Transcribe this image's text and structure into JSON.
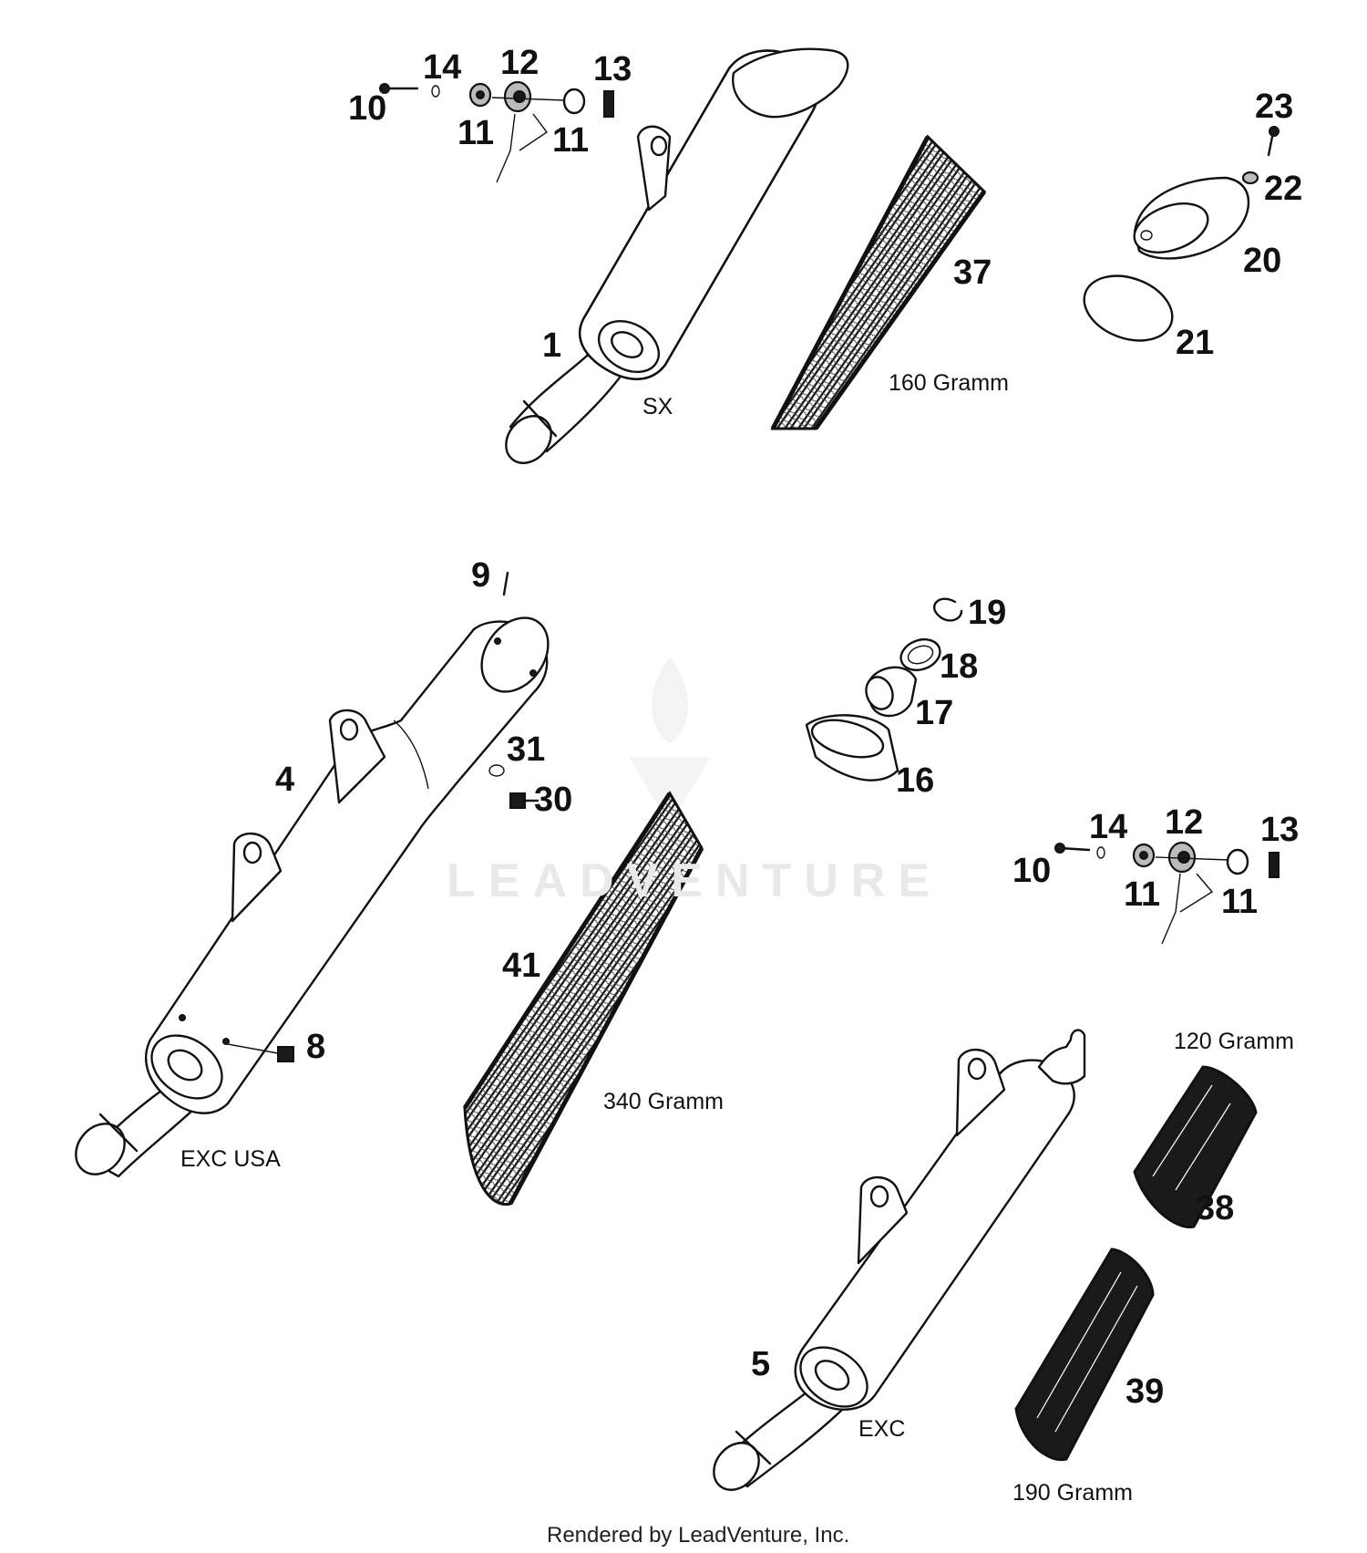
{
  "callouts": {
    "c10a": "10",
    "c14a": "14",
    "c12a": "12",
    "c13a": "13",
    "c11a": "11",
    "c11b": "11",
    "c1": "1",
    "c37": "37",
    "c23": "23",
    "c22": "22",
    "c20": "20",
    "c21": "21",
    "c9": "9",
    "c19": "19",
    "c18": "18",
    "c17": "17",
    "c16": "16",
    "c4": "4",
    "c31": "31",
    "c30": "30",
    "c8": "8",
    "c41": "41",
    "c14b": "14",
    "c12b": "12",
    "c13b": "13",
    "c10b": "10",
    "c11c": "11",
    "c11d": "11",
    "c38": "38",
    "c5": "5",
    "c39": "39"
  },
  "notes": {
    "sx": "SX",
    "gramm160": "160 Gramm",
    "gramm340": "340 Gramm",
    "gramm120": "120 Gramm",
    "gramm190": "190 Gramm",
    "exc_usa": "EXC USA",
    "exc": "EXC"
  },
  "footer": "Rendered by LeadVenture, Inc.",
  "watermark": "LEADVENTURE"
}
